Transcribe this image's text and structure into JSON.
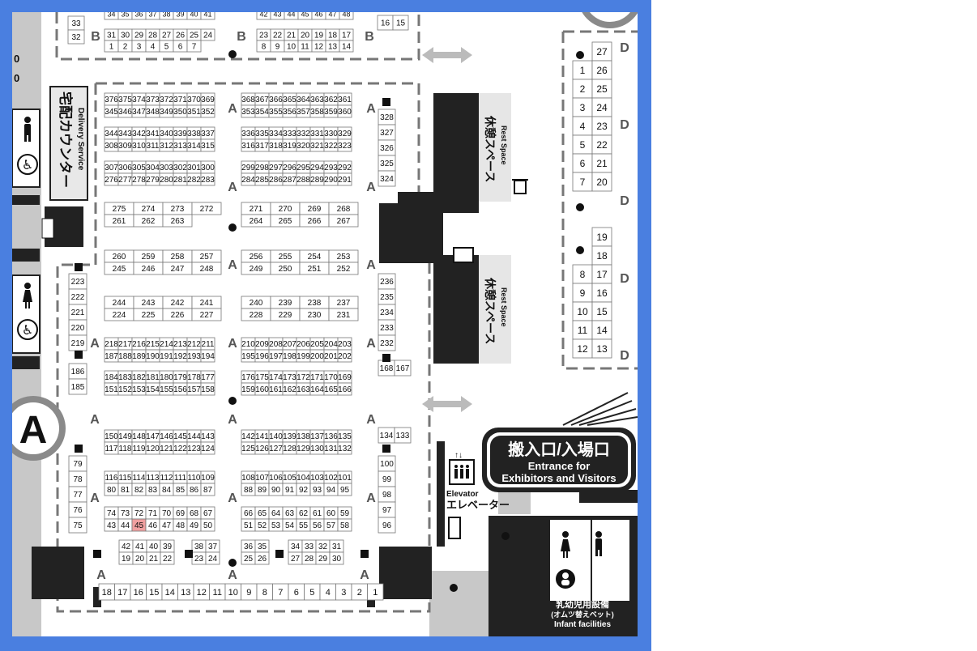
{
  "map": {
    "highlighted_booth": "45",
    "highlight_color": "#f0a0a0",
    "frame_color": "#4a7fe0",
    "hall_letter": "A",
    "zone_marker": "A",
    "zone_b": "B",
    "zone_d": "D",
    "left_edge_codes": [
      "0",
      "0"
    ]
  },
  "labels": {
    "delivery_jp": "宅配カウンター",
    "delivery_en": "Delivery Service",
    "rest_jp": "休憩スペース",
    "rest_en": "Rest Space",
    "entrance_jp": "搬入口/入場口",
    "entrance_en_1": "Entrance for",
    "entrance_en_2": "Exhibitors and Visitors",
    "elevator_en": "Elevator",
    "elevator_jp": "エレベーター",
    "infant_jp": "乳幼児用設備",
    "infant_jp_sub": "(オムツ替えベット)",
    "infant_en": "Infant facilities"
  },
  "booths": {
    "top_left_edge": [
      "33",
      "32"
    ],
    "top_a_top": [
      "34",
      "35",
      "36",
      "37",
      "38",
      "39",
      "40",
      "41"
    ],
    "top_a_bottom_top": [
      "31",
      "30",
      "29",
      "28",
      "27",
      "26",
      "25",
      "24"
    ],
    "top_a_bottom": [
      "1",
      "2",
      "3",
      "4",
      "5",
      "6",
      "7"
    ],
    "top_b_top": [
      "42",
      "43",
      "44",
      "45",
      "46",
      "47",
      "48"
    ],
    "top_b_bottom_top": [
      "23",
      "22",
      "21",
      "20",
      "19",
      "18",
      "17"
    ],
    "top_b_bottom": [
      "8",
      "9",
      "10",
      "11",
      "12",
      "13",
      "14"
    ],
    "top_right": [
      "16",
      "15"
    ],
    "r1_left_top": [
      "376",
      "375",
      "374",
      "373",
      "372",
      "371",
      "370",
      "369"
    ],
    "r1_left_bottom": [
      "345",
      "346",
      "347",
      "348",
      "349",
      "350",
      "351",
      "352"
    ],
    "r1_right_top": [
      "368",
      "367",
      "366",
      "365",
      "364",
      "363",
      "362",
      "361"
    ],
    "r1_right_bottom": [
      "353",
      "354",
      "355",
      "356",
      "357",
      "358",
      "359",
      "360"
    ],
    "r2_left_top": [
      "344",
      "343",
      "342",
      "341",
      "340",
      "339",
      "338",
      "337"
    ],
    "r2_left_bottom": [
      "308",
      "309",
      "310",
      "311",
      "312",
      "313",
      "314",
      "315"
    ],
    "r2_right_top": [
      "336",
      "335",
      "334",
      "333",
      "332",
      "331",
      "330",
      "329"
    ],
    "r2_right_bottom": [
      "316",
      "317",
      "318",
      "319",
      "320",
      "321",
      "322",
      "323"
    ],
    "r3_left_top": [
      "307",
      "306",
      "305",
      "304",
      "303",
      "302",
      "301",
      "300"
    ],
    "r3_left_bottom": [
      "276",
      "277",
      "278",
      "279",
      "280",
      "281",
      "282",
      "283"
    ],
    "r3_right_top": [
      "299",
      "298",
      "297",
      "296",
      "295",
      "294",
      "293",
      "292"
    ],
    "r3_right_bottom": [
      "284",
      "285",
      "286",
      "287",
      "288",
      "289",
      "290",
      "291"
    ],
    "right_col_upper": [
      "328",
      "327",
      "326",
      "325",
      "324"
    ],
    "r4_left_top": [
      "275",
      "274",
      "273",
      "272"
    ],
    "r4_left_bottom": [
      "261",
      "262",
      "263"
    ],
    "r4_right_top": [
      "271",
      "270",
      "269",
      "268"
    ],
    "r4_right_bottom": [
      "264",
      "265",
      "266",
      "267"
    ],
    "r5_left_top": [
      "260",
      "259",
      "258",
      "257"
    ],
    "r5_left_bottom": [
      "245",
      "246",
      "247",
      "248"
    ],
    "r5_right_top": [
      "256",
      "255",
      "254",
      "253"
    ],
    "r5_right_bottom": [
      "249",
      "250",
      "251",
      "252"
    ],
    "left_col_mid": [
      "223",
      "222",
      "221",
      "220",
      "219"
    ],
    "right_col_mid": [
      "236",
      "235",
      "234",
      "233",
      "232"
    ],
    "r6_left_top": [
      "244",
      "243",
      "242",
      "241"
    ],
    "r6_left_bottom": [
      "224",
      "225",
      "226",
      "227"
    ],
    "r6_right_top": [
      "240",
      "239",
      "238",
      "237"
    ],
    "r6_right_bottom": [
      "228",
      "229",
      "230",
      "231"
    ],
    "r7_left_top": [
      "218",
      "217",
      "216",
      "215",
      "214",
      "213",
      "212",
      "211"
    ],
    "r7_left_bottom": [
      "187",
      "188",
      "189",
      "190",
      "191",
      "192",
      "193",
      "194"
    ],
    "r7_right_top": [
      "210",
      "209",
      "208",
      "207",
      "206",
      "205",
      "204",
      "203"
    ],
    "r7_right_bottom": [
      "195",
      "196",
      "197",
      "198",
      "199",
      "200",
      "201",
      "202"
    ],
    "left_col_186": [
      "186",
      "185"
    ],
    "right_pair_168": [
      "168",
      "167"
    ],
    "r8_left_top": [
      "184",
      "183",
      "182",
      "181",
      "180",
      "179",
      "178",
      "177"
    ],
    "r8_left_bottom": [
      "151",
      "152",
      "153",
      "154",
      "155",
      "156",
      "157",
      "158"
    ],
    "r8_right_top": [
      "176",
      "175",
      "174",
      "173",
      "172",
      "171",
      "170",
      "169"
    ],
    "r8_right_bottom": [
      "159",
      "160",
      "161",
      "162",
      "163",
      "164",
      "165",
      "166"
    ],
    "right_pair_134": [
      "134",
      "133"
    ],
    "r9_left_top": [
      "150",
      "149",
      "148",
      "147",
      "146",
      "145",
      "144",
      "143"
    ],
    "r9_left_bottom": [
      "117",
      "118",
      "119",
      "120",
      "121",
      "122",
      "123",
      "124"
    ],
    "r9_right_top": [
      "142",
      "141",
      "140",
      "139",
      "138",
      "137",
      "136",
      "135"
    ],
    "r9_right_bottom": [
      "125",
      "126",
      "127",
      "128",
      "129",
      "130",
      "131",
      "132"
    ],
    "left_col_low": [
      "79",
      "78",
      "77",
      "76",
      "75"
    ],
    "right_col_low": [
      "100",
      "99",
      "98",
      "97",
      "96"
    ],
    "r10_left_top": [
      "116",
      "115",
      "114",
      "113",
      "112",
      "111",
      "110",
      "109"
    ],
    "r10_left_bottom": [
      "80",
      "81",
      "82",
      "83",
      "84",
      "85",
      "86",
      "87"
    ],
    "r10_right_top": [
      "108",
      "107",
      "106",
      "105",
      "104",
      "103",
      "102",
      "101"
    ],
    "r10_right_bottom": [
      "88",
      "89",
      "90",
      "91",
      "92",
      "93",
      "94",
      "95"
    ],
    "r11_left_top": [
      "74",
      "73",
      "72",
      "71",
      "70",
      "69",
      "68",
      "67"
    ],
    "r11_left_bottom": [
      "43",
      "44",
      "45",
      "46",
      "47",
      "48",
      "49",
      "50"
    ],
    "r11_right_top": [
      "66",
      "65",
      "64",
      "63",
      "62",
      "61",
      "60",
      "59"
    ],
    "r11_right_bottom": [
      "51",
      "52",
      "53",
      "54",
      "55",
      "56",
      "57",
      "58"
    ],
    "r12_g1_top": [
      "42",
      "41",
      "40",
      "39"
    ],
    "r12_g1_bottom": [
      "19",
      "20",
      "21",
      "22"
    ],
    "r12_g2_top": [
      "38",
      "37"
    ],
    "r12_g2_bottom": [
      "23",
      "24"
    ],
    "r12_g3_top": [
      "36",
      "35"
    ],
    "r12_g3_bottom": [
      "25",
      "26"
    ],
    "r12_g4_top": [
      "34",
      "33",
      "32",
      "31"
    ],
    "r12_g4_bottom": [
      "27",
      "28",
      "29",
      "30"
    ],
    "bottom_wall": [
      "18",
      "17",
      "16",
      "15",
      "14",
      "13",
      "12",
      "11",
      "10",
      "9",
      "8",
      "7",
      "6",
      "5",
      "4",
      "3",
      "2",
      "1"
    ],
    "d_upper_right": [
      "27",
      "26",
      "25",
      "24",
      "23",
      "22",
      "21",
      "20"
    ],
    "d_upper_left": [
      "",
      "1",
      "2",
      "3",
      "4",
      "5",
      "6",
      "7"
    ],
    "d_lower_right": [
      "19",
      "18",
      "17",
      "16",
      "15",
      "14",
      "13"
    ],
    "d_lower_left": [
      "",
      "",
      "8",
      "9",
      "10",
      "11",
      "12"
    ]
  }
}
